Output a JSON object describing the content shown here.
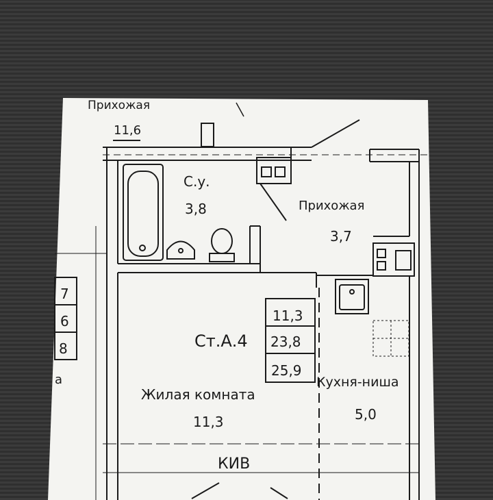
{
  "colors": {
    "paper": "#f4f4f1",
    "ink": "#1a1a1a",
    "background": "#343434"
  },
  "plan": {
    "corridor": {
      "name": "Прихожая",
      "area": "11,6"
    },
    "bathroom": {
      "name": "С.у.",
      "area": "3,8"
    },
    "hallway": {
      "name": "Прихожая",
      "area": "3,7"
    },
    "living_room": {
      "name": "Жилая комната",
      "area": "11,3"
    },
    "kitchen": {
      "name": "Кухня-ниша",
      "area": "5,0"
    },
    "apartment": {
      "code": "Ст.А.4",
      "living_area": "11,3",
      "total_area": "23,8",
      "area_with_balcony": "25,9"
    },
    "balcony_label": "КИВ",
    "neighbor_digits": [
      "7",
      "6",
      "8"
    ],
    "neighbor_fragment": "а"
  }
}
